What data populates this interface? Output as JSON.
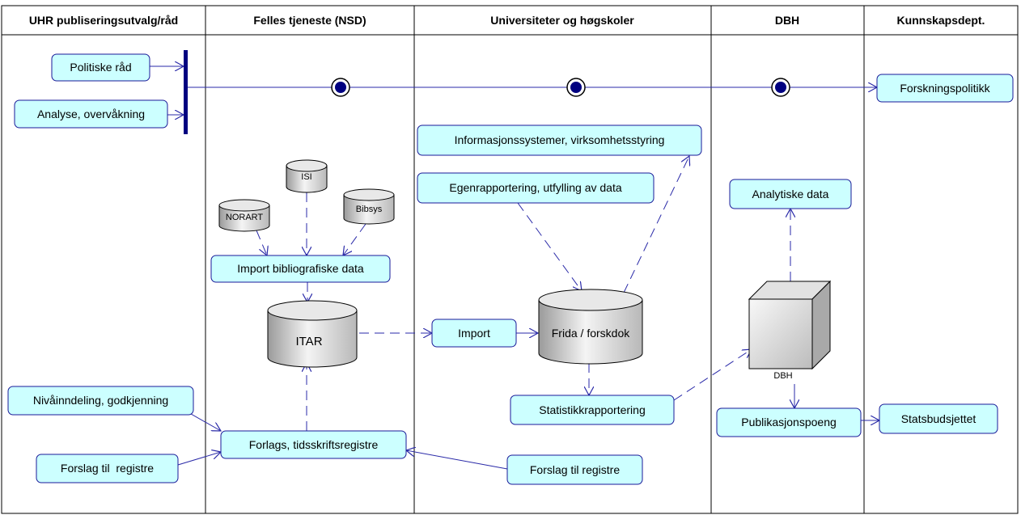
{
  "lanes": [
    "UHR publiseringsutvalg/råd",
    "Felles tjeneste (NSD)",
    "Universiteter og høgskoler",
    "DBH",
    "Kunnskapsdept."
  ],
  "actions": {
    "politiske_rad": "Politiske råd",
    "analyse": "Analyse, overvåkning",
    "forskningspolitikk": "Forskningspolitikk",
    "informasjonssystemer": "Informasjonssystemer, virksomhetsstyring",
    "egenrapportering": "Egenrapportering, utfylling av data",
    "analytiske_data": "Analytiske data",
    "import_bibliografiske": "Import bibliografiske data",
    "import": "Import",
    "statistikkrapportering": "Statistikkrapportering",
    "publikasjonspoeng": "Publikasjonspoeng",
    "statsbudsjettet": "Statsbudsjettet",
    "nivainndeling": "Nivåinndeling, godkjenning",
    "forlags_registre": "Forlags, tidsskriftsregistre",
    "forslag_uhr": "Forslag til  registre",
    "forslag_uh": "Forslag til registre"
  },
  "stores": {
    "isi": "ISI",
    "norart": "NORART",
    "bibsys": "Bibsys",
    "itar": "ITAR",
    "frida": "Frida / forskdok",
    "dbh_cube": "DBH"
  },
  "colors": {
    "action_fill": "#ccffff",
    "action_border": "#1a1a99",
    "flow_line": "#2a2aa8",
    "sync_bar": "#000080",
    "header_fill": "#ffffff"
  }
}
